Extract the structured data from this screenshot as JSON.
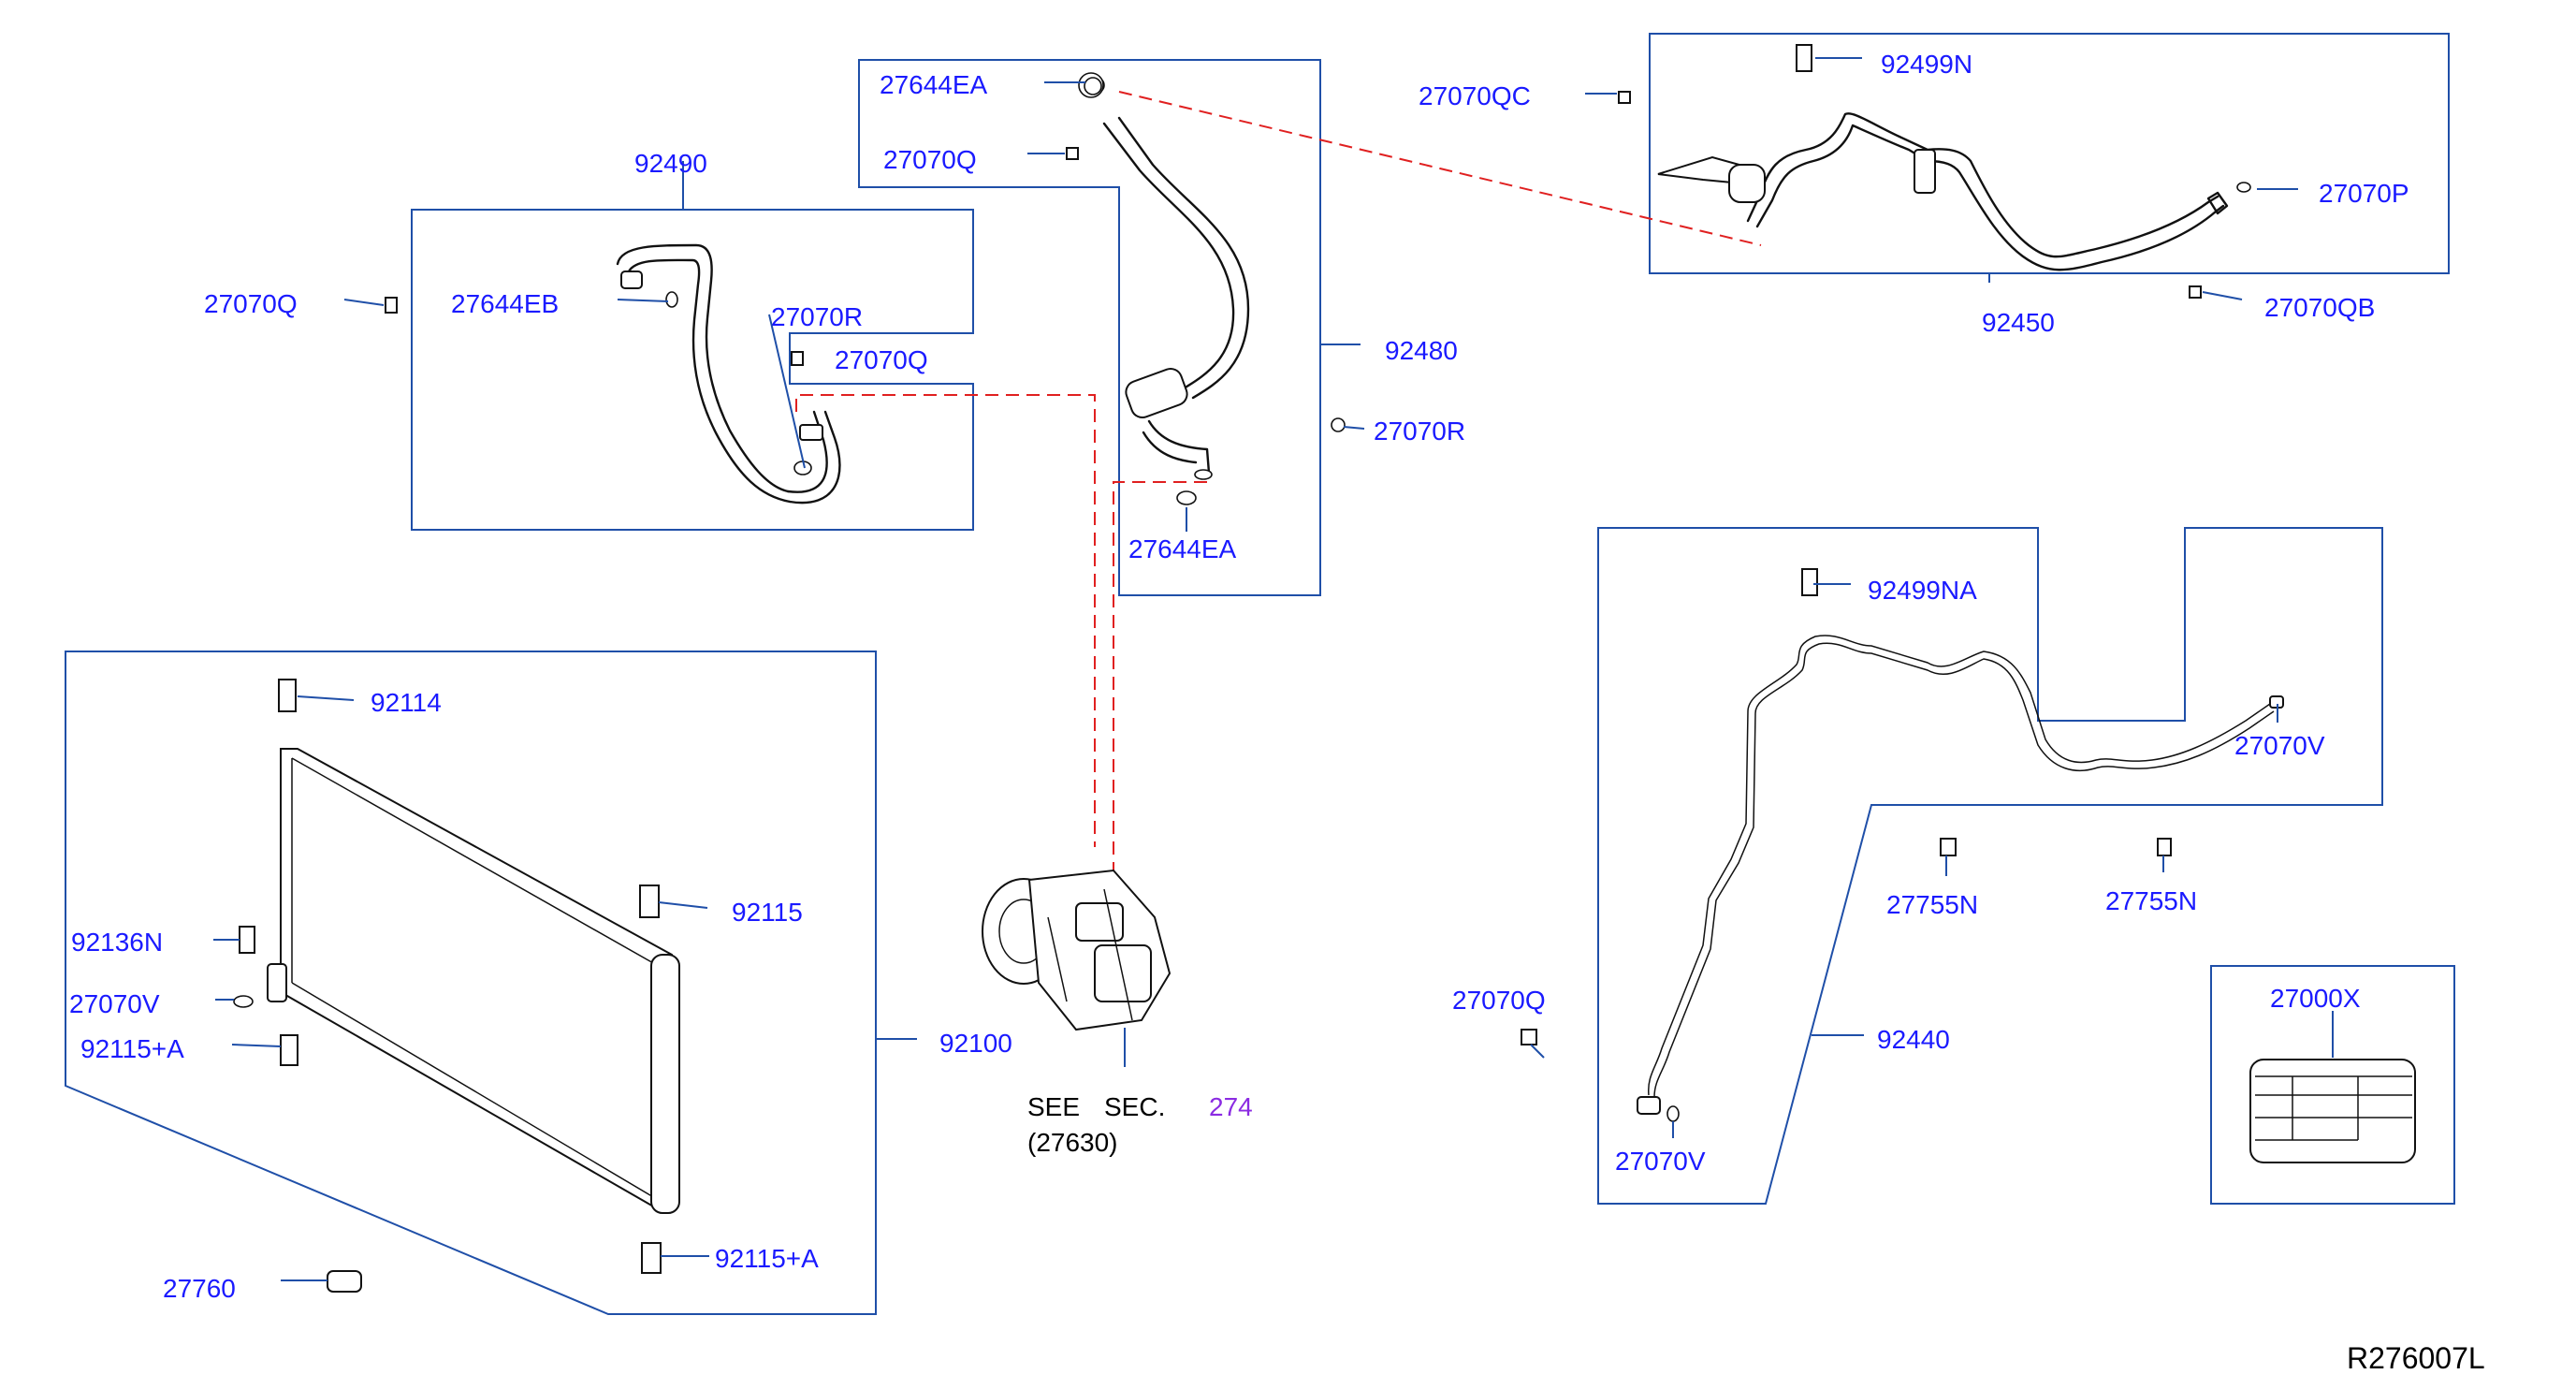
{
  "colors": {
    "label": "#1a1aff",
    "box_line": "#1f4fa8",
    "connector_dash": "#e02020",
    "sec_ref_number": "#8b2be2"
  },
  "labels": {
    "p27644EA_top": "27644EA",
    "p27070Q_top": "27070Q",
    "p92490": "92490",
    "p27070Q_left": "27070Q",
    "p27644EB": "27644EB",
    "p27070R_mid": "27070R",
    "p27070Q_mid": "27070Q",
    "p27070QC": "27070QC",
    "p92499N": "92499N",
    "p27070P": "27070P",
    "p92450": "92450",
    "p27070QB": "27070QB",
    "p92480": "92480",
    "p27070R_right": "27070R",
    "p27644EA_bottom": "27644EA",
    "p92499NA": "92499NA",
    "p27070V_right": "27070V",
    "p27755N_a": "27755N",
    "p27755N_b": "27755N",
    "p27070Q_low": "27070Q",
    "p92440": "92440",
    "p27070V_bottom": "27070V",
    "p27000X": "27000X",
    "p92114": "92114",
    "p92115": "92115",
    "p92136N": "92136N",
    "p27070V_left": "27070V",
    "p92115A_upper": "92115+A",
    "p92100": "92100",
    "p92115A_lower": "92115+A",
    "p27760": "27760"
  },
  "see_section": {
    "see": "SEE",
    "sec": "SEC.",
    "number": "274",
    "part_ref": "(27630)"
  },
  "diagram_ref": "R276007L"
}
